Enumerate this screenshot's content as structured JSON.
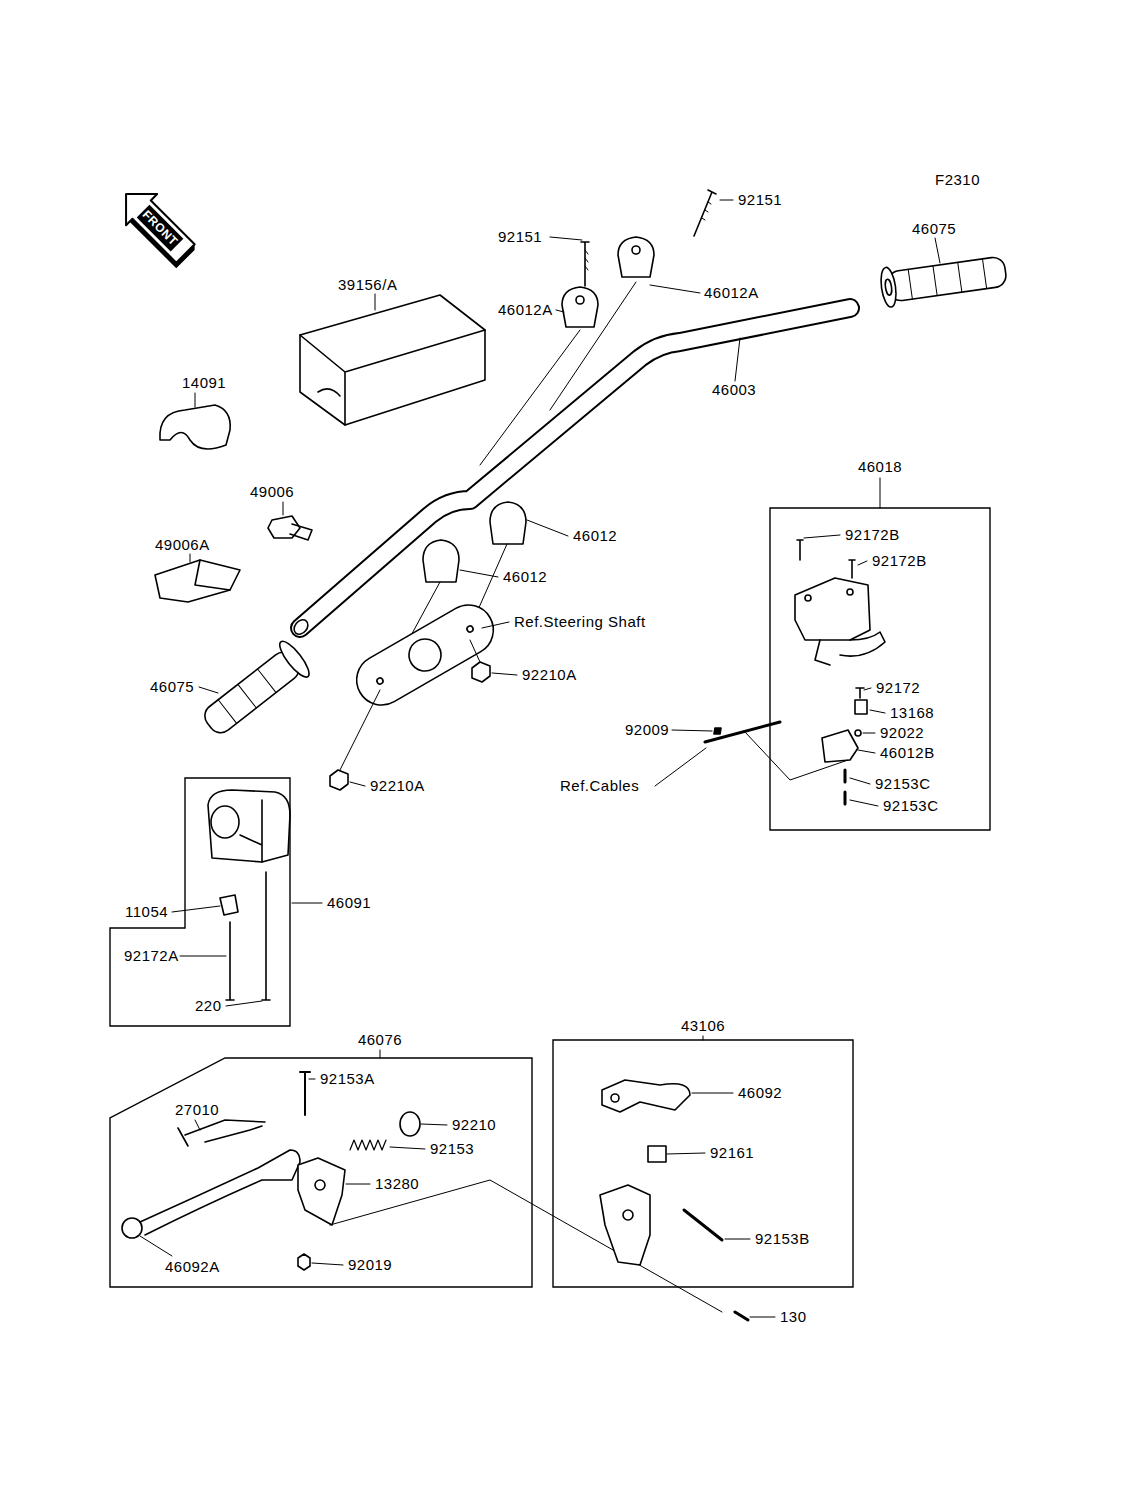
{
  "diagram": {
    "nodes": [
      {
        "text": [
          "46018"
        ]
      },
      {
        "text": [
          "46091"
        ]
      },
      {
        "text": [
          "46076"
        ]
      },
      {
        "text": [
          "43106"
        ]
      }
    ],
    "labels": [
      "F2310",
      "FRONT",
      "92151",
      "92151",
      "46075",
      "46012A",
      "46012A",
      "39156/A",
      "46003",
      "14091",
      "49006",
      "46012",
      "46012",
      "49006A",
      "Ref.Steering Shaft",
      "46075",
      "92210A",
      "92210A",
      "92172B",
      "92172B",
      "92172",
      "13168",
      "92009",
      "92022",
      "46012B",
      "Ref.Cables",
      "92153C",
      "92153C",
      "11054",
      "92172A",
      "220",
      "27010",
      "92153A",
      "92210",
      "92153",
      "13280",
      "46092A",
      "92019",
      "46092",
      "92161",
      "92153B",
      "130"
    ]
  }
}
